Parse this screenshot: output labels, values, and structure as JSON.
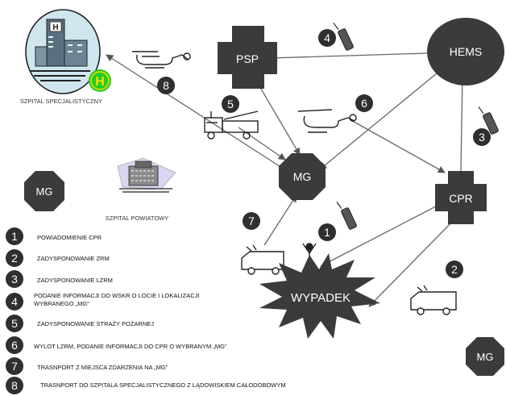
{
  "nodes": {
    "psp": "PSP",
    "hems": "HEMS",
    "mg_center": "MG",
    "cpr": "CPR",
    "mg_left": "MG",
    "mg_right": "MG",
    "wypadek": "WYPADEK",
    "hospital_specialist": "SZPITAL SPECJALISTYCZNY",
    "hospital_district": "SZPITAL POWIATOWY",
    "hospital_sign": "H",
    "helipad_sign": "H"
  },
  "steps": [
    {
      "num": "1",
      "text": "POWIADOMIENIE CPR"
    },
    {
      "num": "2",
      "text": "ZADYSPONOWANIE ZRM"
    },
    {
      "num": "3",
      "text": "ZADYSPONOWANIE LZRM"
    },
    {
      "num": "4",
      "text": "PODANIE INFORMACJI DO WSKR O LOCIE I LOKALIZACJI",
      "text2": "WYBRANEGO „MG”"
    },
    {
      "num": "5",
      "text": "ZADYSPONOWANIE STRAŻY POŻARNEJ"
    },
    {
      "num": "6",
      "text": "WYLOT LZRM, PODANIE INFORMACJI DO CPR O WYBRANYM „MG”"
    },
    {
      "num": "7",
      "text": "TRASNPORT Z MIEJSCA ZDARZENIA NA „MG”"
    },
    {
      "num": "8",
      "text": "TRASNPORT DO SZPITALA SPECJALISTYCZNEGO Z LĄDOWISKIEM CAŁODOBOWYM"
    }
  ],
  "colors": {
    "node": "#3b3b3b",
    "step_circle": "#2f2f2f",
    "arrow": "#555555",
    "helipad": "#22cc22",
    "helipad_text": "#ffdd00",
    "hospital_bg": "#cfe6ee"
  }
}
